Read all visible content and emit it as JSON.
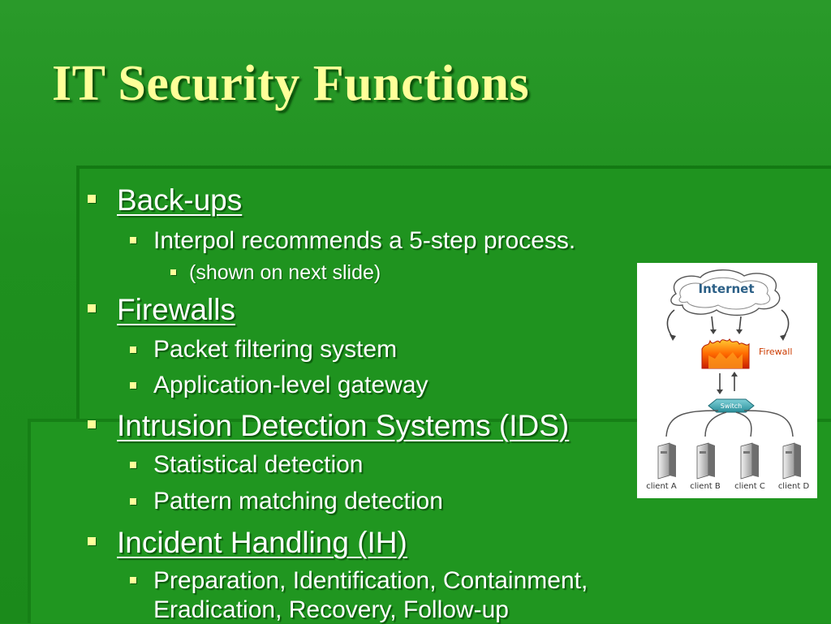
{
  "slide": {
    "title": "IT Security Functions",
    "colors": {
      "background": "#1e8f1e",
      "title": "#ffff99",
      "text": "#ffffff",
      "bullet": "#ffff99"
    }
  },
  "bullets": [
    {
      "label": "Back-ups",
      "sub": [
        {
          "label": "Interpol recommends a 5-step process.",
          "sub": [
            "(shown on next slide)"
          ]
        }
      ]
    },
    {
      "label": "Firewalls",
      "sub": [
        {
          "label": "Packet filtering system"
        },
        {
          "label": "Application-level gateway"
        }
      ]
    },
    {
      "label": "Intrusion Detection Systems (IDS)",
      "sub": [
        {
          "label": "Statistical detection"
        },
        {
          "label": "Pattern matching detection"
        }
      ]
    },
    {
      "label": "Incident Handling (IH)",
      "sub": [
        {
          "label": "Preparation, Identification, Containment,",
          "continuation": "Eradication, Recovery, Follow-up"
        }
      ]
    }
  ],
  "diagram": {
    "internet_label": "Internet",
    "firewall_label": "Firewall",
    "switch_label": "Switch",
    "clients": [
      "client A",
      "client B",
      "client C",
      "client D"
    ]
  }
}
